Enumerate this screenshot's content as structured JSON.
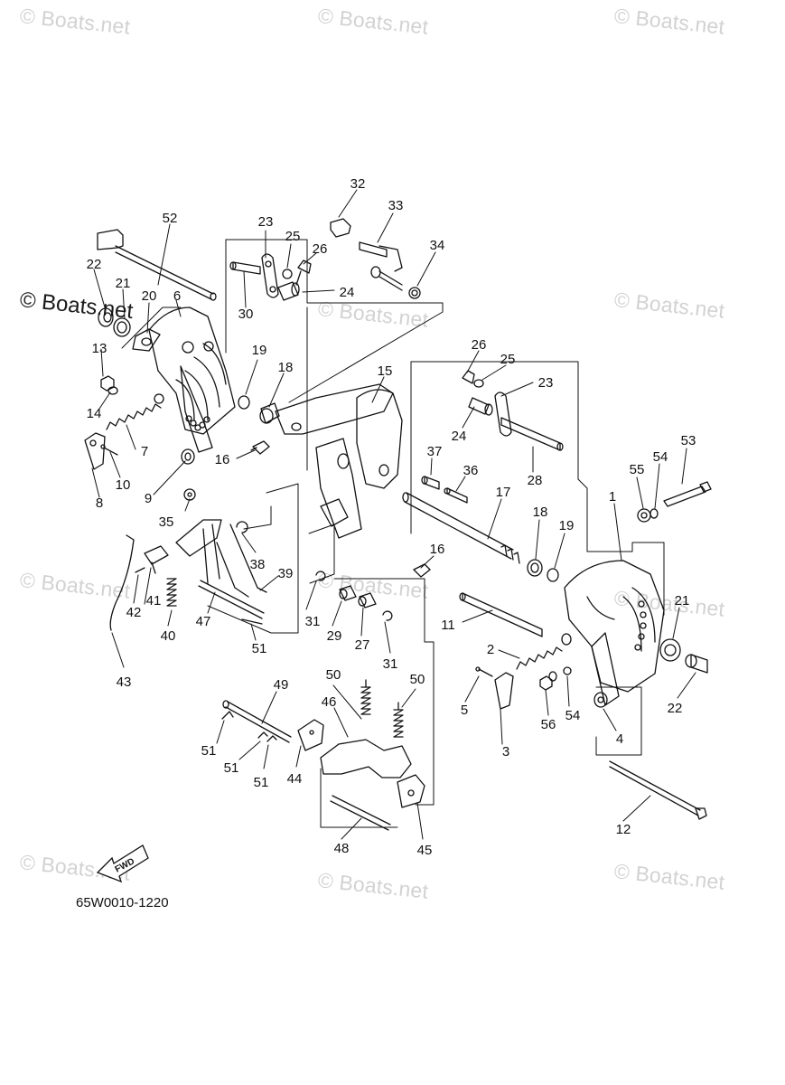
{
  "watermark": {
    "text": "© Boats.net"
  },
  "diagram": {
    "reference_code": "65W0010-1220",
    "fwd_label": "FWD",
    "callouts": [
      "1",
      "2",
      "3",
      "4",
      "5",
      "6",
      "7",
      "8",
      "9",
      "10",
      "11",
      "12",
      "13",
      "14",
      "15",
      "16",
      "16",
      "17",
      "18",
      "18",
      "19",
      "19",
      "20",
      "21",
      "21",
      "22",
      "22",
      "23",
      "23",
      "24",
      "24",
      "25",
      "25",
      "26",
      "26",
      "27",
      "28",
      "29",
      "30",
      "31",
      "31",
      "32",
      "33",
      "34",
      "35",
      "36",
      "37",
      "38",
      "39",
      "40",
      "41",
      "42",
      "43",
      "44",
      "45",
      "46",
      "47",
      "48",
      "49",
      "50",
      "50",
      "51",
      "51",
      "51",
      "51",
      "52",
      "53",
      "54",
      "54",
      "55",
      "56"
    ]
  }
}
